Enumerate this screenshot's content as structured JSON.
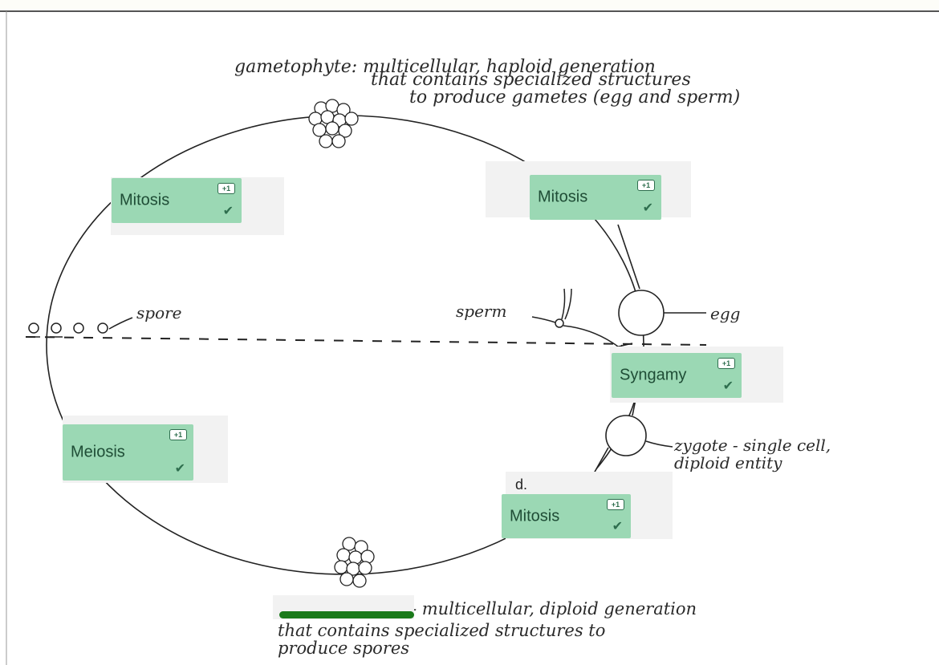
{
  "annotations": {
    "gametophyte_line1": "gametophyte: multicellular, haploid generation",
    "gametophyte_line2": "that contains specialized structures",
    "gametophyte_line3": "to produce gametes (egg and sperm)",
    "spore": "spore",
    "sperm": "sperm",
    "egg": "egg",
    "zygote_line1": "zygote - single cell,",
    "zygote_line2": "diploid entity",
    "sporophyte_line1": "- multicellular, diploid generation",
    "sporophyte_line2": "that contains specialized structures to",
    "sporophyte_line3": "produce spores"
  },
  "answers": [
    {
      "label": "Mitosis",
      "badge": "+1",
      "check": "✔"
    },
    {
      "label": "Mitosis",
      "badge": "+1",
      "check": "✔"
    },
    {
      "label": "Syngamy",
      "badge": "+1",
      "check": "✔"
    },
    {
      "label": "Meiosis",
      "badge": "+1",
      "check": "✔"
    },
    {
      "label": "Mitosis",
      "badge": "+1",
      "check": "✔"
    }
  ],
  "blank_label_d": "d.",
  "colors": {
    "answer_fill": "#9bd8b4",
    "answer_text": "#1f4d36",
    "bar": "#1a7a1a"
  }
}
